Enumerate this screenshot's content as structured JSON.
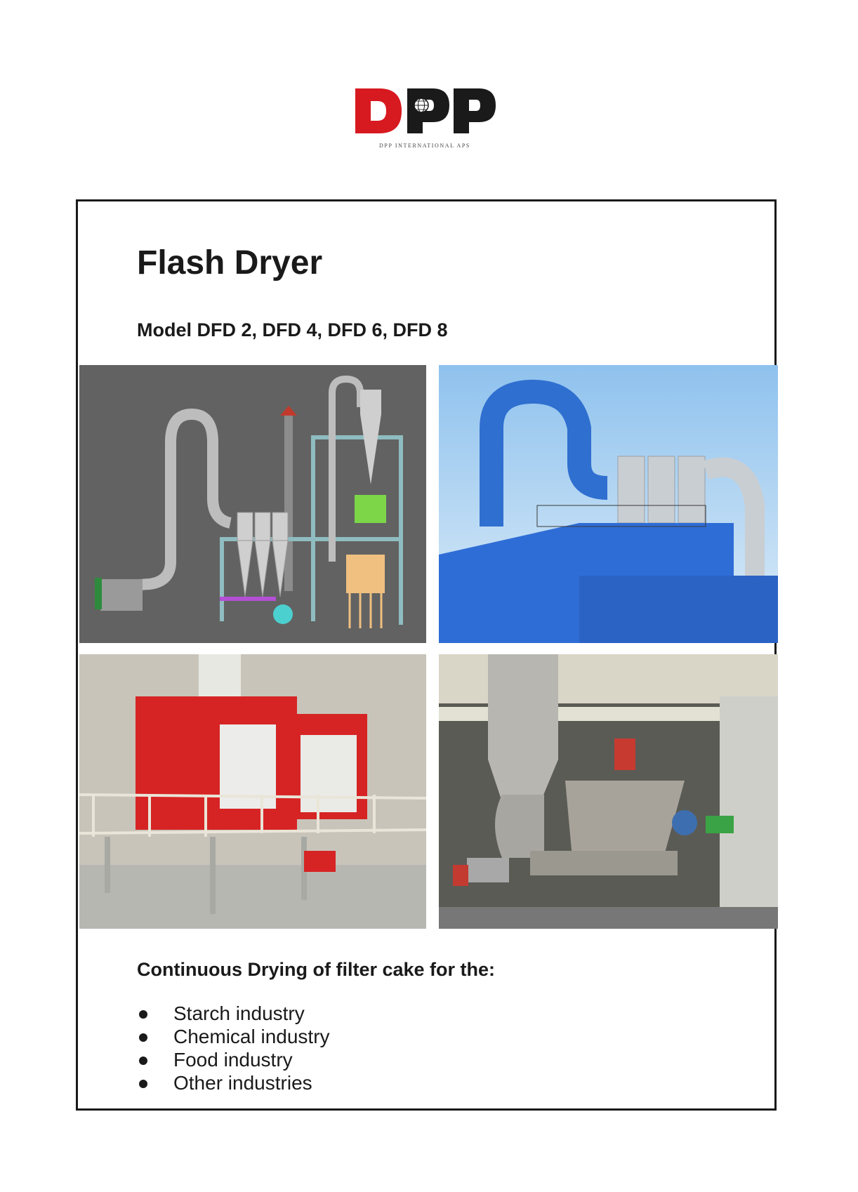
{
  "header": {
    "logo_text": "DPP",
    "logo_subtext": "DPP INTERNATIONAL APS",
    "colors": {
      "d_red": "#d71920",
      "pp_black": "#1a1a1a"
    }
  },
  "content": {
    "title": "Flash Dryer",
    "model_line": "Model  DFD 2, DFD 4, DFD 6, DFD 8",
    "photos": [
      {
        "name": "3d-render-flash-dryer"
      },
      {
        "name": "installed-blue-flash-dryer"
      },
      {
        "name": "red-plant-with-railings"
      },
      {
        "name": "steel-feeder-and-fan"
      }
    ],
    "intro": "Continuous Drying of filter cake for the:",
    "industries": [
      "Starch industry",
      "Chemical industry",
      "Food industry",
      "Other industries"
    ]
  }
}
